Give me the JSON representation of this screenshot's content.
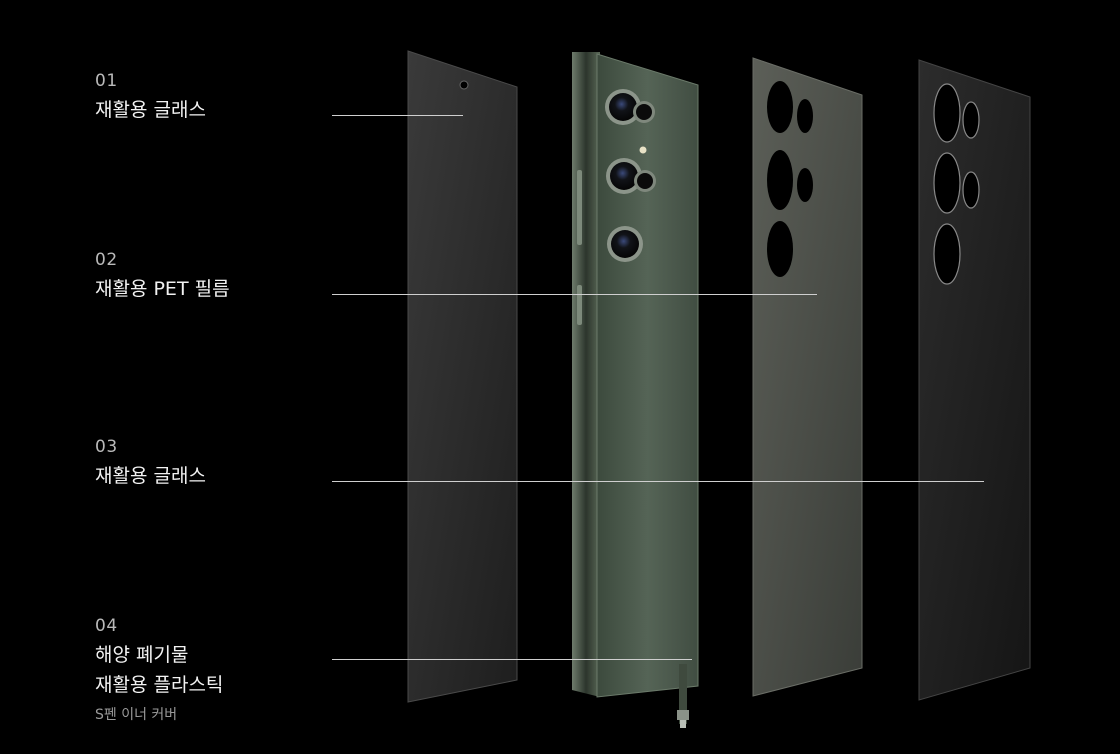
{
  "layers": [
    {
      "number": "01",
      "title": "재활용 글래스",
      "subtitle": ""
    },
    {
      "number": "02",
      "title": "재활용 PET 필름",
      "subtitle": ""
    },
    {
      "number": "03",
      "title": "재활용 글래스",
      "subtitle": ""
    },
    {
      "number": "04",
      "title_line1": "해양 폐기물",
      "title_line2": "재활용 플라스틱",
      "subtitle": "S펜 이너 커버"
    }
  ],
  "colors": {
    "background": "#000000",
    "glass_panel": "#2b2b2b",
    "film_panel": "#4a4d47",
    "back_panel": "#1f1f1f",
    "phone_body": "#4d5a4c"
  }
}
